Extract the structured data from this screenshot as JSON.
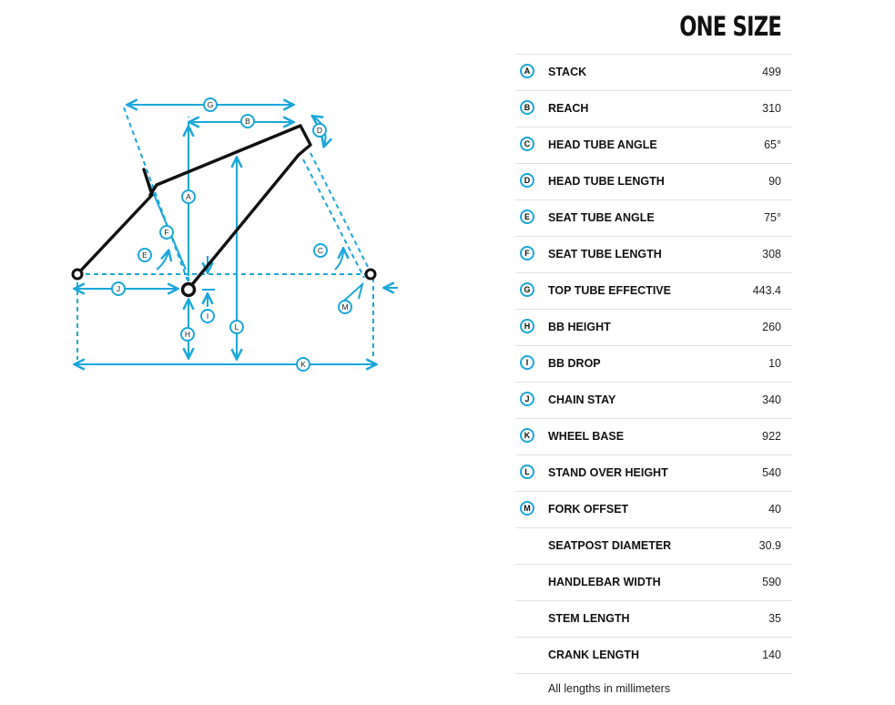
{
  "diagram": {
    "callouts": [
      "A",
      "B",
      "C",
      "D",
      "E",
      "F",
      "G",
      "H",
      "I",
      "J",
      "K",
      "L",
      "M"
    ],
    "colors": {
      "dimension": "#1aa7db",
      "frame": "#111111",
      "badge_text": "#222222"
    }
  },
  "size_title": "ONE SIZE",
  "rows": [
    {
      "badge": "A",
      "label": "STACK",
      "value": "499"
    },
    {
      "badge": "B",
      "label": "REACH",
      "value": "310"
    },
    {
      "badge": "C",
      "label": "HEAD TUBE ANGLE",
      "value": "65°"
    },
    {
      "badge": "D",
      "label": "HEAD TUBE LENGTH",
      "value": "90"
    },
    {
      "badge": "E",
      "label": "SEAT TUBE ANGLE",
      "value": "75°"
    },
    {
      "badge": "F",
      "label": "SEAT TUBE LENGTH",
      "value": "308"
    },
    {
      "badge": "G",
      "label": "TOP TUBE EFFECTIVE",
      "value": "443.4"
    },
    {
      "badge": "H",
      "label": "BB HEIGHT",
      "value": "260"
    },
    {
      "badge": "I",
      "label": "BB DROP",
      "value": "10"
    },
    {
      "badge": "J",
      "label": "CHAIN STAY",
      "value": "340"
    },
    {
      "badge": "K",
      "label": "WHEEL BASE",
      "value": "922"
    },
    {
      "badge": "L",
      "label": "STAND OVER HEIGHT",
      "value": "540"
    },
    {
      "badge": "M",
      "label": "FORK OFFSET",
      "value": "40"
    },
    {
      "badge": "",
      "label": "SEATPOST DIAMETER",
      "value": "30.9"
    },
    {
      "badge": "",
      "label": "HANDLEBAR WIDTH",
      "value": "590"
    },
    {
      "badge": "",
      "label": "STEM LENGTH",
      "value": "35"
    },
    {
      "badge": "",
      "label": "CRANK LENGTH",
      "value": "140"
    }
  ],
  "footnote": "All lengths in millimeters"
}
